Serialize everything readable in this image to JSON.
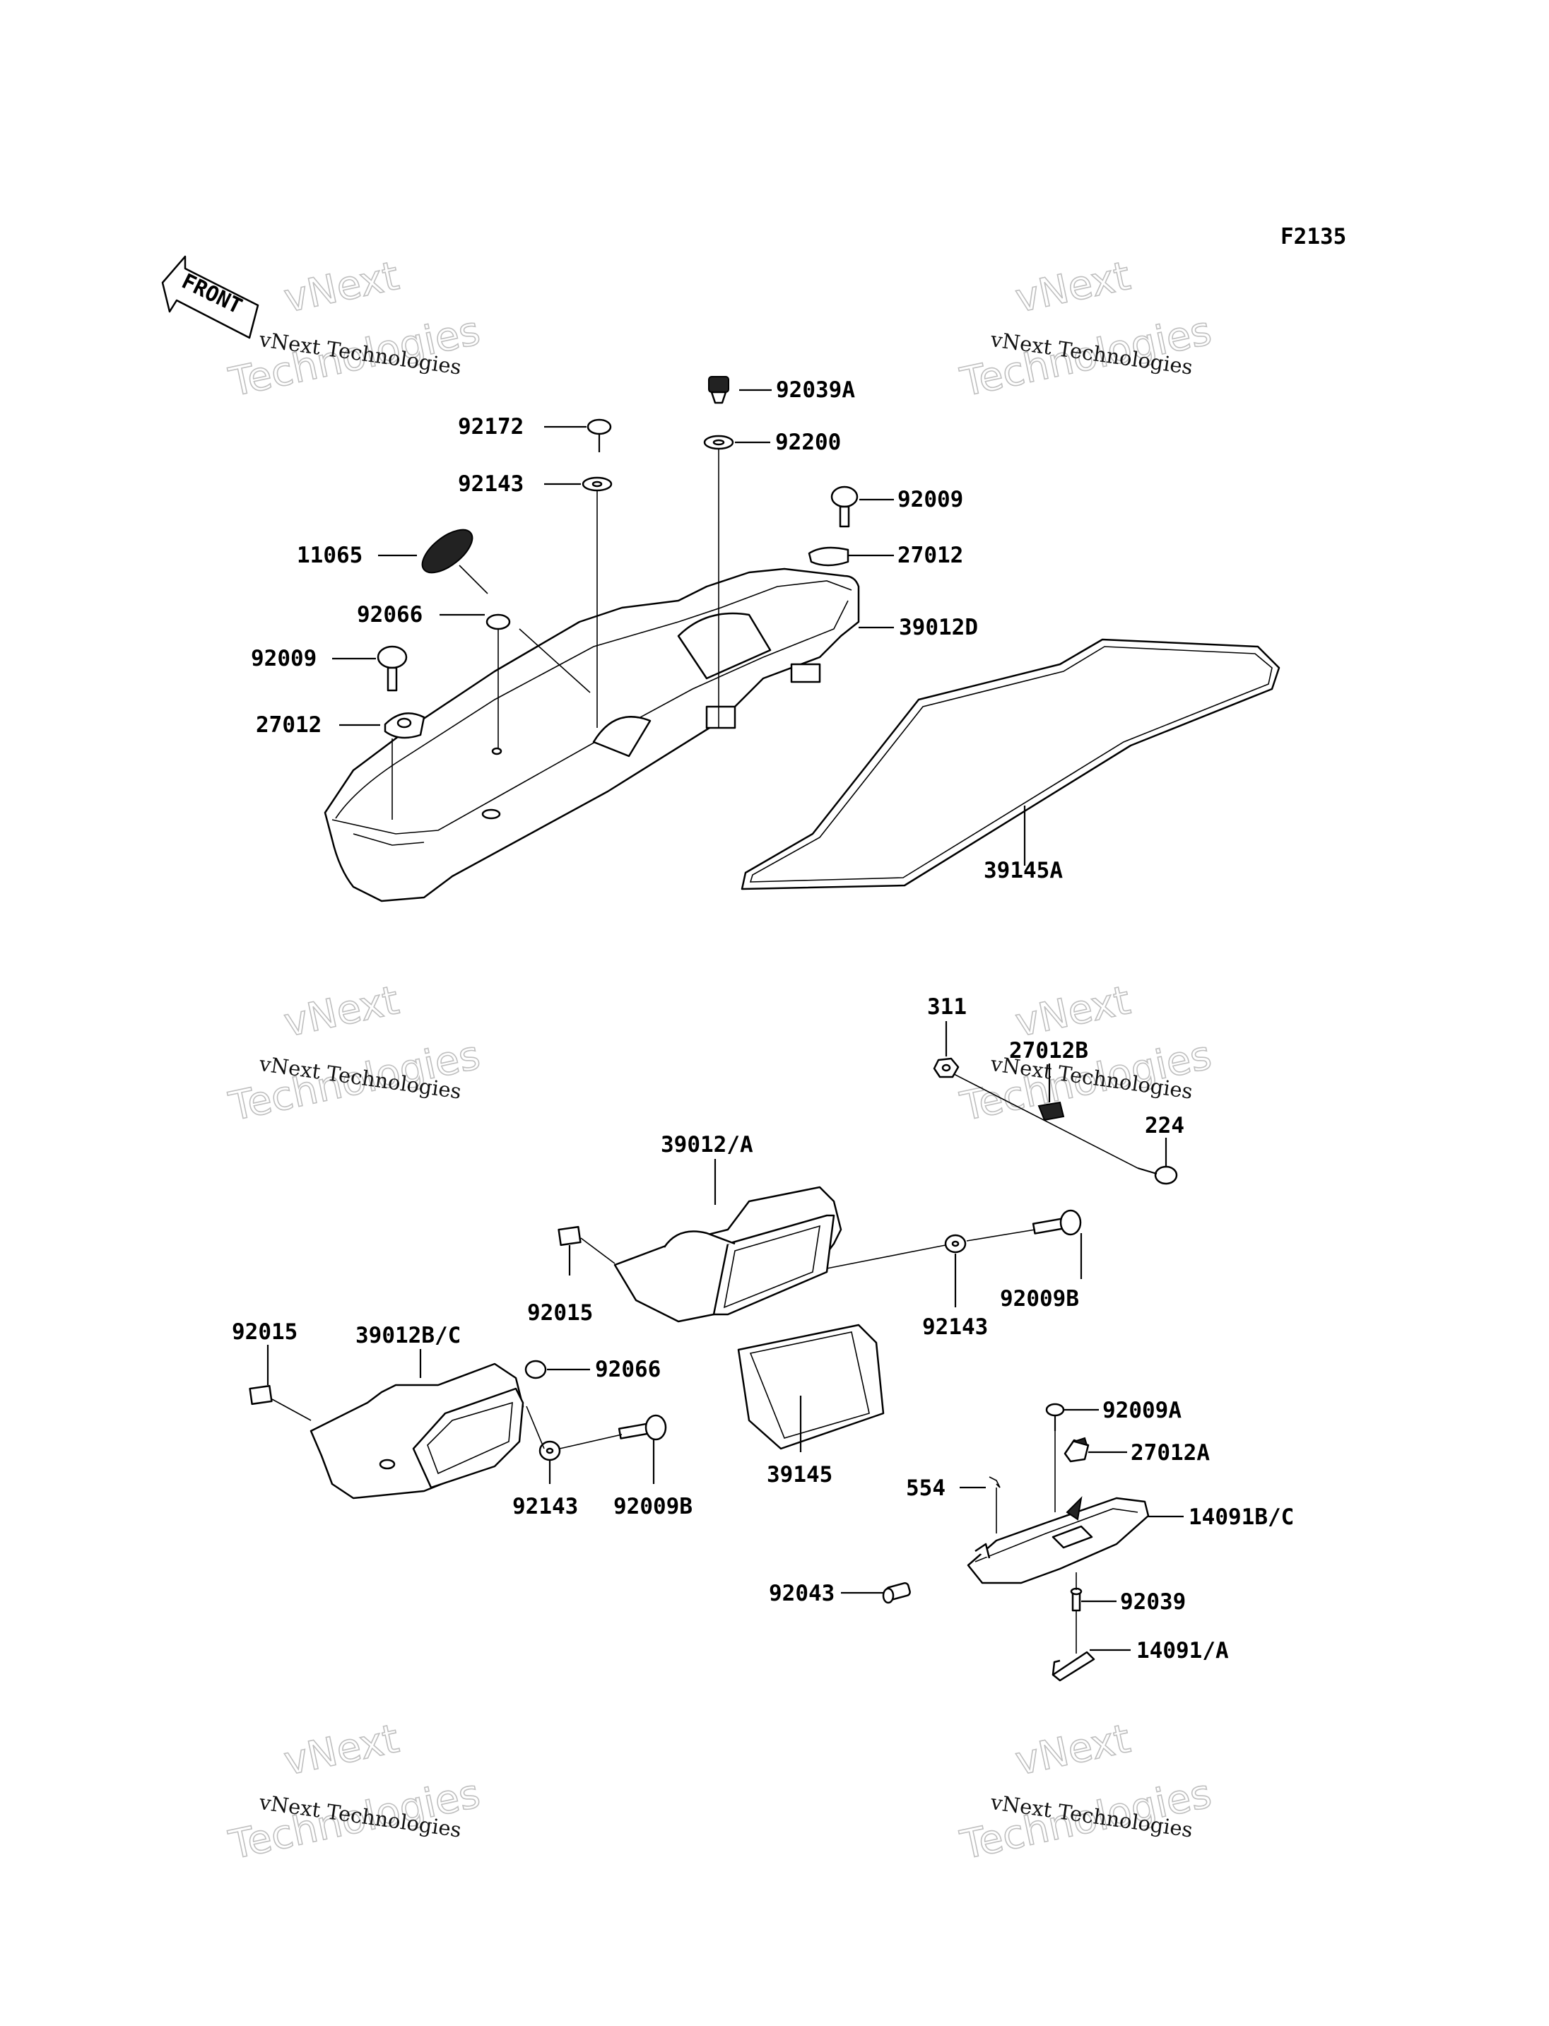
{
  "figure_code": "F2135",
  "front_arrow": "FRONT",
  "watermark": {
    "small": "vNext Technologies",
    "big_line1": "vNext",
    "big_line2": "Technologies"
  },
  "labels": {
    "p92039A": "92039A",
    "p92200": "92200",
    "p92172": "92172",
    "p92143_top": "92143",
    "p92009_top_right": "92009",
    "p27012_top_right": "27012",
    "p11065": "11065",
    "p92066_top": "92066",
    "p39012D": "39012D",
    "p92009_top_left": "92009",
    "p27012_top_left": "27012",
    "p39145A": "39145A",
    "p311": "311",
    "p27012B": "27012B",
    "p224": "224",
    "p39012A": "39012/A",
    "p92015_mid": "92015",
    "p92143_mid": "92143",
    "p92009B_mid": "92009B",
    "p92015_left": "92015",
    "p39012BC": "39012B/C",
    "p92066_mid": "92066",
    "p92143_low": "92143",
    "p92009B_low": "92009B",
    "p39145": "39145",
    "p92009A": "92009A",
    "p27012A": "27012A",
    "p554": "554",
    "p14091BC": "14091B/C",
    "p92043": "92043",
    "p92039": "92039",
    "p14091A": "14091/A"
  }
}
